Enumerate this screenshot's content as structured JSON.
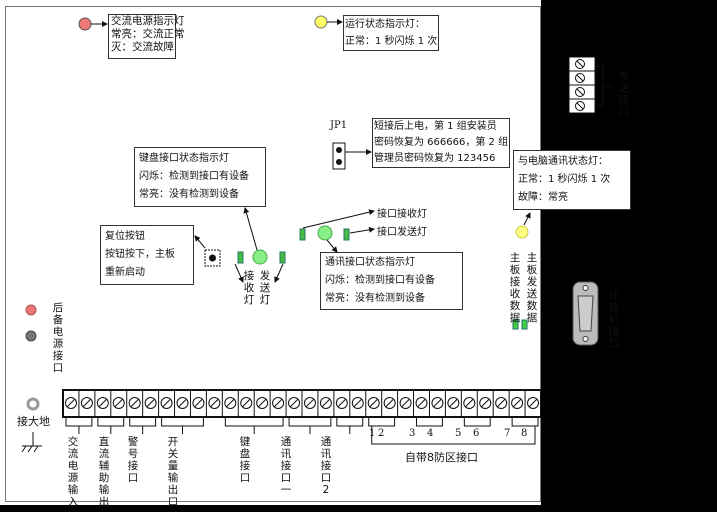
{
  "ac_power_led": {
    "lines": [
      "交流电源指示灯",
      "常亮：交流正常",
      "灭：交流故障"
    ]
  },
  "run_led": {
    "lines": [
      "运行状态指示灯：",
      "正常：1 秒闪烁 1 次"
    ]
  },
  "phone_port": {
    "label": "电话接口"
  },
  "jumper": {
    "label": "JP1",
    "lines": [
      "短接后上电，第 1 组安装员",
      "密码恢复为 666666，第 2 组",
      "管理员密码恢复为 123456"
    ]
  },
  "keyboard_led": {
    "lines": [
      "键盘接口状态指示灯",
      "闪烁：检测到接口有设备",
      "常亮：没有检测到设备"
    ]
  },
  "reset": {
    "lines": [
      "复位按钮",
      "按钮按下，主板",
      "重新启动"
    ]
  },
  "kb_leds": {
    "rx": "接收灯",
    "tx": "发送灯"
  },
  "comm_leds": {
    "rx": "接口接收灯",
    "tx": "接口发送灯"
  },
  "comm_led": {
    "lines": [
      "通讯接口状态指示灯",
      "闪烁：检测到接口有设备",
      "常亮：没有检测到设备"
    ]
  },
  "pc_led": {
    "lines": [
      "与电脑通讯状态灯：",
      "正常：1 秒闪烁 1 次",
      "故障：常亮"
    ]
  },
  "board_data": {
    "rx": "主板接收数据",
    "tx": "主板发送数据"
  },
  "pc_port": {
    "label": "计算机接口"
  },
  "backup_power": {
    "label": "后备电源接口"
  },
  "ground": {
    "label": "接大地"
  },
  "terminals": {
    "labels": [
      "交流电源输入",
      "直流辅助输出",
      "警号接口",
      "开关量输出口",
      "键盘接口",
      "通讯接口一",
      "通讯接口2"
    ],
    "zone_numbers": [
      "1",
      "2",
      "3",
      "4",
      "5",
      "6",
      "7",
      "8"
    ],
    "zone_label": "自带8防区接口"
  },
  "colors": {
    "red_led": "#ee7777",
    "yellow_led": "#ffff66",
    "green_led": "#66dd66",
    "gray_led": "#777777"
  }
}
